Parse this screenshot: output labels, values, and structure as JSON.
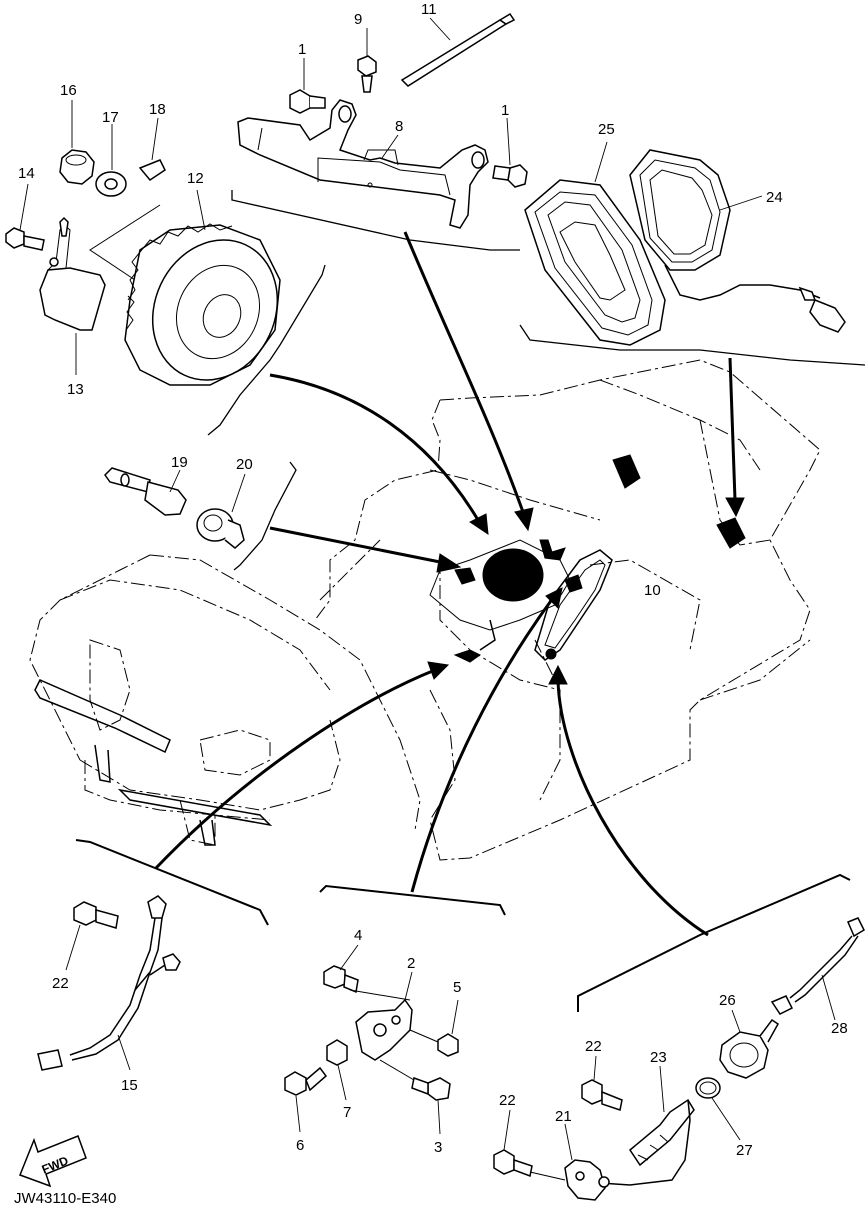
{
  "diagram": {
    "code": "JW43110-E340",
    "fwd_label": "FWD",
    "callouts": [
      {
        "id": "1a",
        "text": "1"
      },
      {
        "id": "1b",
        "text": "1"
      },
      {
        "id": "2",
        "text": "2"
      },
      {
        "id": "3",
        "text": "3"
      },
      {
        "id": "4",
        "text": "4"
      },
      {
        "id": "5",
        "text": "5"
      },
      {
        "id": "6",
        "text": "6"
      },
      {
        "id": "7",
        "text": "7"
      },
      {
        "id": "8",
        "text": "8"
      },
      {
        "id": "9",
        "text": "9"
      },
      {
        "id": "10",
        "text": "10"
      },
      {
        "id": "11",
        "text": "11"
      },
      {
        "id": "12",
        "text": "12"
      },
      {
        "id": "13",
        "text": "13"
      },
      {
        "id": "14",
        "text": "14"
      },
      {
        "id": "15",
        "text": "15"
      },
      {
        "id": "16",
        "text": "16"
      },
      {
        "id": "17",
        "text": "17"
      },
      {
        "id": "18",
        "text": "18"
      },
      {
        "id": "19",
        "text": "19"
      },
      {
        "id": "20",
        "text": "20"
      },
      {
        "id": "21",
        "text": "21"
      },
      {
        "id": "22a",
        "text": "22"
      },
      {
        "id": "22b",
        "text": "22"
      },
      {
        "id": "22c",
        "text": "22"
      },
      {
        "id": "23",
        "text": "23"
      },
      {
        "id": "24",
        "text": "24"
      },
      {
        "id": "25",
        "text": "25"
      },
      {
        "id": "26",
        "text": "26"
      },
      {
        "id": "27",
        "text": "27"
      },
      {
        "id": "28",
        "text": "28"
      }
    ]
  }
}
